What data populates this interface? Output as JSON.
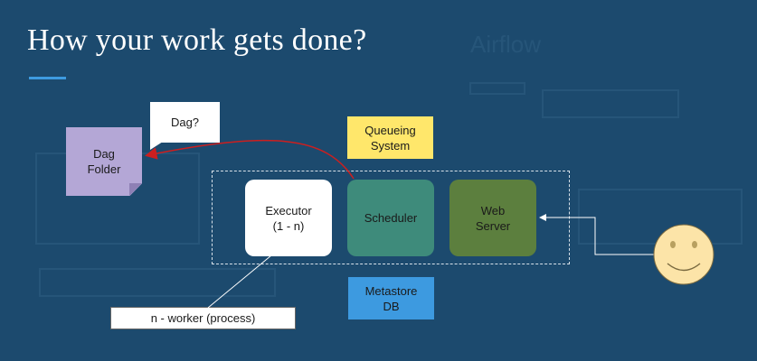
{
  "slide": {
    "title": "How your work gets done?"
  },
  "diagram": {
    "dag_folder": "Dag\nFolder",
    "callout": "Dag?",
    "queueing": "Queueing\nSystem",
    "executor": "Executor\n(1 - n)",
    "scheduler": "Scheduler",
    "webserver": "Web\nServer",
    "metastore": "Metastore\nDB",
    "worker": "n - worker (process)"
  },
  "colors": {
    "background": "#1c4a6e",
    "accent": "#3e9be0",
    "dag_folder": "#b4a7d6",
    "queueing": "#ffe76b",
    "scheduler": "#3e8b7b",
    "webserver": "#5c7f3e",
    "metastore": "#3d9ae0",
    "smiley": "#fce4a8",
    "arrow_red": "#cc1f1f"
  },
  "icons": {
    "user": "smiley-face-icon"
  }
}
